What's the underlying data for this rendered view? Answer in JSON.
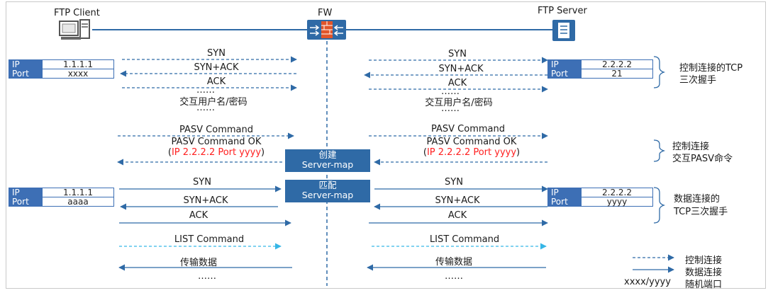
{
  "nodes": {
    "client": "FTP Client",
    "firewall": "FW",
    "server": "FTP Server"
  },
  "client_table_1": {
    "ip_key": "IP",
    "ip_val": "1.1.1.1",
    "port_key": "Port",
    "port_val": "xxxx"
  },
  "server_table_1": {
    "ip_key": "IP",
    "ip_val": "2.2.2.2",
    "port_key": "Port",
    "port_val": "21"
  },
  "client_table_2": {
    "ip_key": "IP",
    "ip_val": "1.1.1.1",
    "port_key": "Port",
    "port_val": "aaaa"
  },
  "server_table_2": {
    "ip_key": "IP",
    "ip_val": "2.2.2.2",
    "port_key": "Port",
    "port_val": "yyyy"
  },
  "messages": {
    "syn": "SYN",
    "synack": "SYN+ACK",
    "ack": "ACK",
    "dots": "……",
    "user_pass": "交互用户名/密码",
    "pasv_cmd": "PASV Command",
    "pasv_ok": "PASV Command OK",
    "paren_open": "(",
    "paren_close": ")",
    "ip_port": "IP 2.2.2.2 Port yyyy",
    "list_cmd": "LIST Command",
    "transfer": "传输数据"
  },
  "servermap": {
    "create_top": "创建",
    "create_bottom": "Server-map",
    "match_top": "匹配",
    "match_bottom": "Server-map"
  },
  "annotations": {
    "a1_line1": "控制连接的TCP",
    "a1_line2": "三次握手",
    "a2_line1": "控制连接",
    "a2_line2": "交互PASV命令",
    "a3_line1": "数据连接的",
    "a3_line2": "TCP三次握手"
  },
  "legend": {
    "control": "控制连接",
    "data": "数据连接",
    "random_key": "xxxx/yyyy",
    "random_val": "随机端口"
  },
  "colors": {
    "line": "#2f6aa6",
    "light_dash": "#36b6e6",
    "table_header": "#3d6fb5",
    "highlight": "#ff2020",
    "firewall": "#2f6aa6",
    "firewall_brick": "#e0552a"
  }
}
